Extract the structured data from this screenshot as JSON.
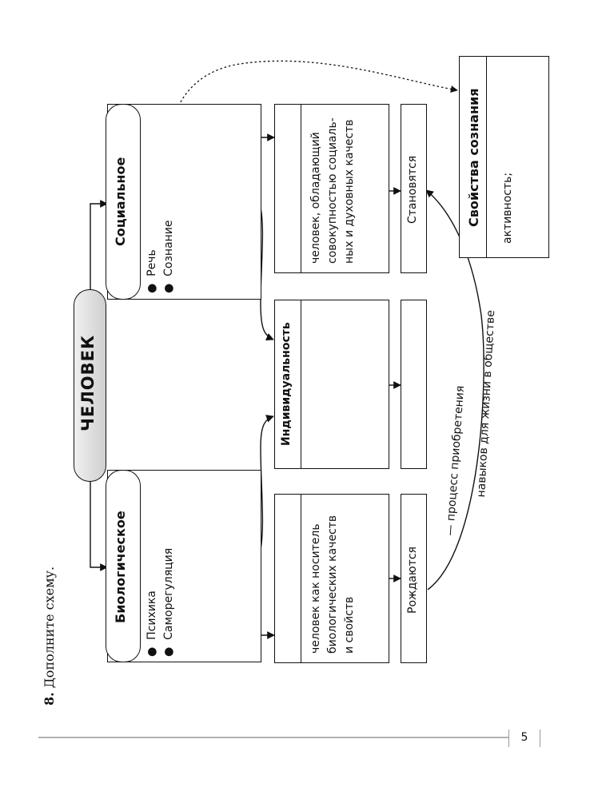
{
  "page": {
    "number": "5"
  },
  "task": {
    "number": "8.",
    "text": "Дополните схему."
  },
  "diagram": {
    "root": "ЧЕЛОВЕК",
    "biological": {
      "title": "Биологическое",
      "items": [
        "Психика",
        "Саморегуляция"
      ]
    },
    "social": {
      "title": "Социальное",
      "items": [
        "Речь",
        "Сознание"
      ]
    },
    "individuality": {
      "title": "Индивидуальность"
    },
    "definitions": {
      "biological": [
        "человек как носитель",
        "биологических качеств",
        "и свойств"
      ],
      "social": [
        "человек, обладающий",
        "совокупностью социаль-",
        "ных и духовных качеств"
      ]
    },
    "stages": {
      "born": "Рождаются",
      "become": "Становятся"
    },
    "process": {
      "line1": "— процесс приобретения",
      "line2": "навыков для жизни в обществе"
    },
    "consciousness": {
      "title": "Свойства сознания",
      "item": "активность;"
    }
  }
}
